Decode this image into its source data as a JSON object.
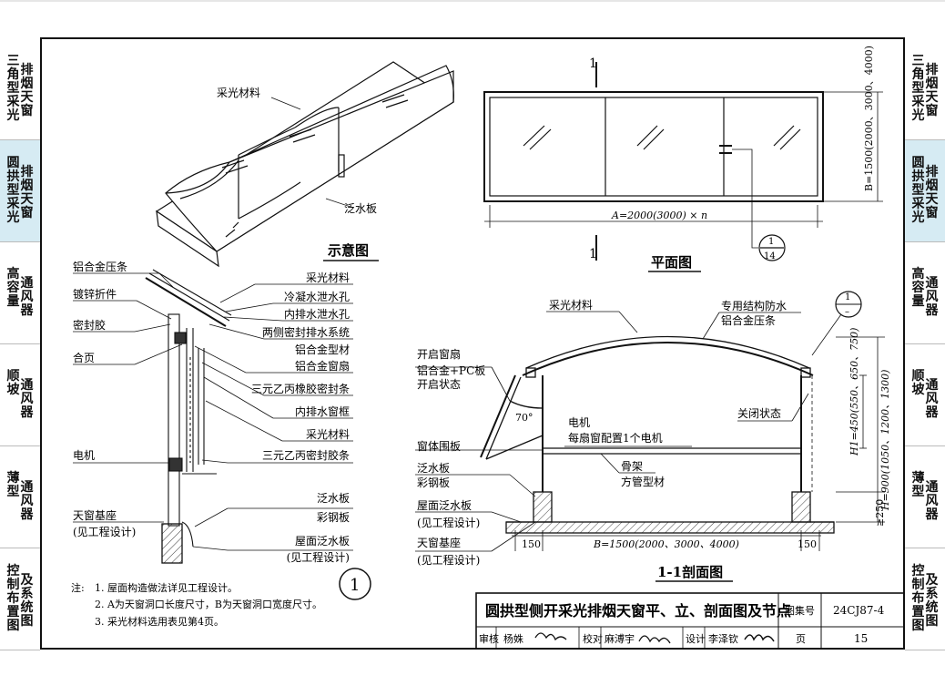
{
  "sidebar": {
    "tabs": [
      {
        "a": [
          "三",
          "角",
          "型",
          "采",
          "光"
        ],
        "b": [
          "排",
          "烟",
          "天",
          "窗"
        ],
        "active": false
      },
      {
        "a": [
          "圆",
          "拱",
          "型",
          "采",
          "光"
        ],
        "b": [
          "排",
          "烟",
          "天",
          "窗"
        ],
        "active": true
      },
      {
        "a": [
          "高",
          "容",
          "量"
        ],
        "b": [
          "通",
          "风",
          "器"
        ],
        "active": false
      },
      {
        "a": [
          "顺",
          "坡"
        ],
        "b": [
          "通",
          "风",
          "器"
        ],
        "active": false
      },
      {
        "a": [
          "薄",
          "型"
        ],
        "b": [
          "通",
          "风",
          "器"
        ],
        "active": false
      },
      {
        "a": [
          "控",
          "制",
          "布",
          "置",
          "图"
        ],
        "b": [
          "及",
          "系",
          "统",
          "图"
        ],
        "active": false
      }
    ]
  },
  "schematic": {
    "title": "示意图",
    "label_material": "采光材料",
    "label_flashing": "泛水板"
  },
  "plan": {
    "title": "平面图",
    "section_mark": "1",
    "dim_width": "A=2000(3000) × n",
    "dim_height": "B=1500(2000、3000、4000)",
    "detail_ref_top": "1",
    "detail_ref_bottom": "14"
  },
  "node_detail": {
    "number": "1",
    "labels_left": [
      "铝合金压条",
      "镀锌折件",
      "密封胶",
      "合页",
      "电机",
      "天窗基座",
      "(见工程设计)"
    ],
    "labels_right": [
      "采光材料",
      "冷凝水泄水孔",
      "内排水泄水孔",
      "两侧密封排水系统",
      "铝合金型材",
      "铝合金窗扇",
      "三元乙丙橡胶密封条",
      "内排水窗框",
      "采光材料",
      "三元乙丙密封胶条",
      "泛水板",
      "彩钢板",
      "屋面泛水板",
      "(见工程设计)"
    ]
  },
  "section": {
    "title": "1-1剖面图",
    "label_material": "采光材料",
    "label_struct": "专用结构防水",
    "label_bar": "铝合金压条",
    "ref_top": "1",
    "ref_bottom": "–",
    "open_sash": [
      "开启窗扇",
      "铝合金+PC板",
      "开启状态"
    ],
    "motor": [
      "电机",
      "每扇窗配置1个电机"
    ],
    "closed": "关闭状态",
    "angle": "70°",
    "frame_panel": "窗体围板",
    "flashing": [
      "泛水板",
      "彩钢板"
    ],
    "roof_flashing": [
      "屋面泛水板",
      "(见工程设计)"
    ],
    "base": [
      "天窗基座",
      "(见工程设计)"
    ],
    "skeleton": [
      "骨架",
      "方管型材"
    ],
    "dim_h_total": "H=900(1050、1200、1300)",
    "dim_h1": "H1=450(550、650、750)",
    "dim_250": "≥250",
    "dim_left": "150",
    "dim_mid": "B=1500(2000、3000、4000)",
    "dim_right": "150"
  },
  "notes": {
    "prefix": "注:",
    "items": [
      "1. 屋面构造做法详见工程设计。",
      "2. A为天窗洞口长度尺寸，B为天窗洞口宽度尺寸。",
      "3. 采光材料选用表见第4页。"
    ]
  },
  "title_block": {
    "title": "圆拱型侧开采光排烟天窗平、立、剖面图及节点",
    "atlas_label": "图集号",
    "atlas_no": "24CJ87-4",
    "review_label": "审核",
    "reviewer": "杨姝",
    "check_label": "校对",
    "checker": "麻溥宇",
    "design_label": "设计",
    "designer": "李泽钦",
    "page_label": "页",
    "page_no": "15"
  },
  "colors": {
    "line": "#111111",
    "active_tab": "#d6ebf3",
    "hatch": "#444444"
  }
}
